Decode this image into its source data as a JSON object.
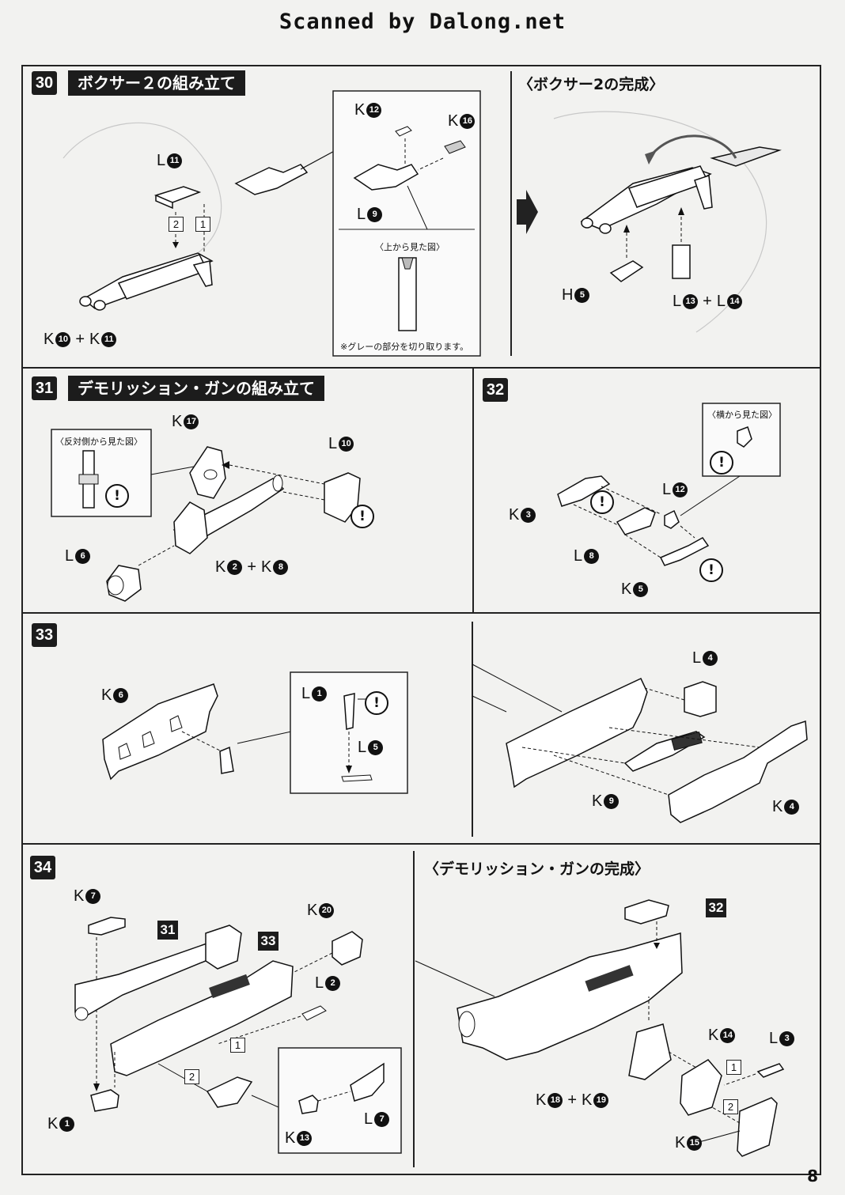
{
  "header": {
    "scan_credit": "Scanned by Dalong.net"
  },
  "steps": {
    "s30": {
      "number": "30",
      "title": "ボクサー２の組み立て",
      "labels": {
        "l11_letter": "L",
        "l11_num": "11",
        "l9_letter": "L",
        "l9_num": "9",
        "k12_letter": "K",
        "k12_num": "12",
        "k16_letter": "K",
        "k16_num": "16",
        "k10_letter": "K",
        "k10_num": "10",
        "k11_letter": "K",
        "k11_num": "11",
        "plus": "+"
      },
      "markers": {
        "m1": "1",
        "m2": "2"
      },
      "inset": {
        "caption": "〈上から見た図〉",
        "note": "※グレーの部分を切り取ります。"
      }
    },
    "s30b": {
      "heading": "〈ボクサー2の完成〉",
      "labels": {
        "h5_letter": "H",
        "h5_num": "5",
        "l13_letter": "L",
        "l13_num": "13",
        "l14_letter": "L",
        "l14_num": "14",
        "plus": "+"
      }
    },
    "s31": {
      "number": "31",
      "title": "デモリッション・ガンの組み立て",
      "inset": {
        "caption": "〈反対側から見た図〉"
      },
      "labels": {
        "k17_letter": "K",
        "k17_num": "17",
        "l10_letter": "L",
        "l10_num": "10",
        "l6_letter": "L",
        "l6_num": "6",
        "k2_letter": "K",
        "k2_num": "2",
        "k8_letter": "K",
        "k8_num": "8",
        "plus": "+"
      }
    },
    "s32": {
      "number": "32",
      "inset": {
        "caption": "〈横から見た図〉"
      },
      "labels": {
        "k3_letter": "K",
        "k3_num": "3",
        "l12_letter": "L",
        "l12_num": "12",
        "l8_letter": "L",
        "l8_num": "8",
        "k5_letter": "K",
        "k5_num": "5"
      }
    },
    "s33": {
      "number": "33",
      "labels": {
        "k6_letter": "K",
        "k6_num": "6",
        "l1_letter": "L",
        "l1_num": "1",
        "l5_letter": "L",
        "l5_num": "5",
        "l4_letter": "L",
        "l4_num": "4",
        "k9_letter": "K",
        "k9_num": "9",
        "k4_letter": "K",
        "k4_num": "4"
      }
    },
    "s34": {
      "number": "34",
      "refs": {
        "r31": "31",
        "r33": "33"
      },
      "markers": {
        "m1": "1",
        "m2": "2"
      },
      "labels": {
        "k7_letter": "K",
        "k7_num": "7",
        "k20_letter": "K",
        "k20_num": "20",
        "l2_letter": "L",
        "l2_num": "2",
        "k1_letter": "K",
        "k1_num": "1",
        "k13_letter": "K",
        "k13_num": "13",
        "l7_letter": "L",
        "l7_num": "7"
      }
    },
    "s34b": {
      "heading": "〈デモリッション・ガンの完成〉",
      "refs": {
        "r32": "32"
      },
      "markers": {
        "m1": "1",
        "m2": "2"
      },
      "labels": {
        "k14_letter": "K",
        "k14_num": "14",
        "l3_letter": "L",
        "l3_num": "3",
        "k18_letter": "K",
        "k18_num": "18",
        "k19_letter": "K",
        "k19_num": "19",
        "k15_letter": "K",
        "k15_num": "15",
        "plus": "+"
      }
    }
  },
  "warning_symbol": "!",
  "page_number": "8"
}
